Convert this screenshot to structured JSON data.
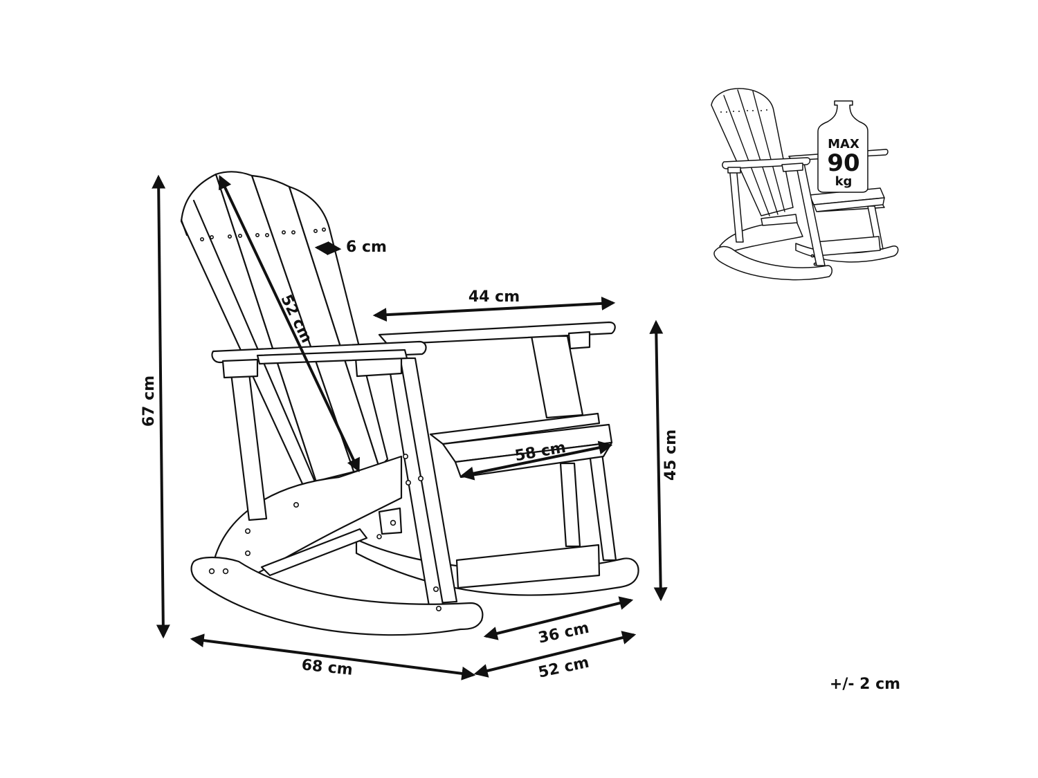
{
  "dimensions": {
    "height": "67 cm",
    "back_height": "52 cm",
    "slat_width": "6 cm",
    "arm_length": "44 cm",
    "seat_height": "45 cm",
    "seat_width": "58 cm",
    "seat_depth": "36 cm",
    "depth": "68 cm",
    "width": "52 cm"
  },
  "tolerance": "+/- 2 cm",
  "load_badge": {
    "line1": "MAX",
    "line2": "90",
    "line3": "kg"
  }
}
